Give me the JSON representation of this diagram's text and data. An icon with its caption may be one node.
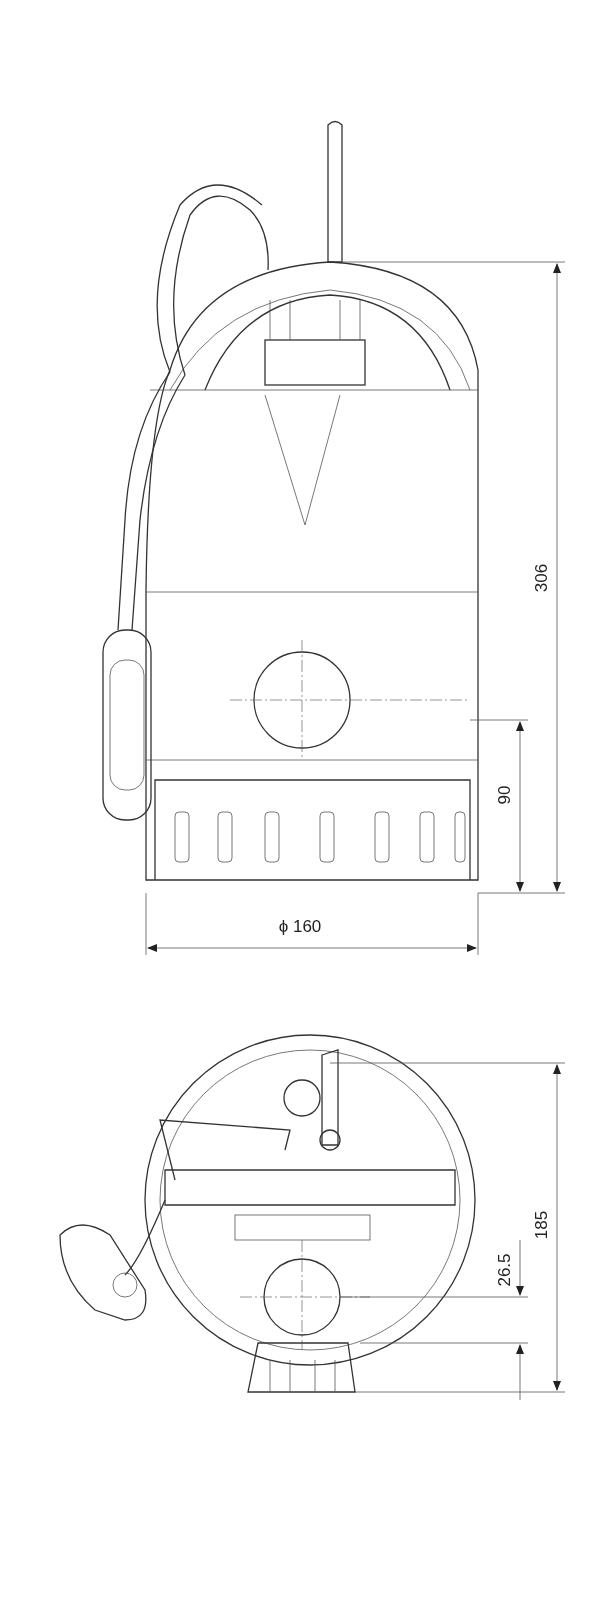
{
  "diagram": {
    "labels": [
      "306",
      "90",
      "ϕ 160",
      "185",
      "26.5"
    ]
  }
}
